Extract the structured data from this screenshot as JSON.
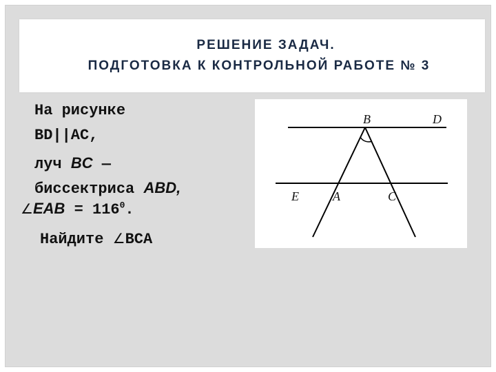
{
  "slide": {
    "title_line1": "РЕШЕНИЕ ЗАДАЧ.",
    "title_line2": "ПОДГОТОВКА К КОНТРОЛЬНОЙ РАБОТЕ № 3"
  },
  "problem": {
    "line1": "На рисунке",
    "line2_expr": "BD||AC,",
    "line3_prefix": "луч",
    "line3_ray": "BC",
    "line3_dash": "—",
    "line4_prefix": "биссектриса",
    "line4_angle": "ABD,",
    "line5_angle": "EAB",
    "line5_value": "= 116",
    "line5_degree": "0",
    "line5_end": ".",
    "line6_prefix": "Найдите",
    "line6_angle": "BCA",
    "angle_symbol": "∠"
  },
  "figure": {
    "points": {
      "B": "B",
      "D": "D",
      "E": "E",
      "A": "A",
      "C": "C"
    }
  }
}
